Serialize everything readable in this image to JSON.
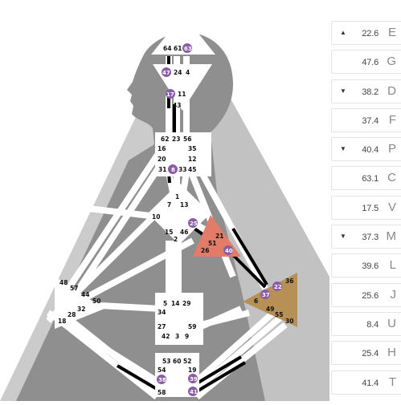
{
  "chart_title": "",
  "colors": {
    "background": "#ffffff",
    "body_light": "#cbcbcb",
    "body_dark": "#8f8f8f",
    "center_defined_solar": "#b79055",
    "center_defined_spleen": "#e27c68",
    "center_open": "#ffffff",
    "gate_active_badge": "#8b5da7",
    "channel_defined": "#000000"
  },
  "centers": {
    "head": {
      "gates": [
        "64",
        "61",
        "63"
      ],
      "defined": false
    },
    "ajna": {
      "gates": [
        "47",
        "24",
        "4",
        "17",
        "11",
        "43"
      ],
      "defined": false
    },
    "throat": {
      "gates": [
        "62",
        "23",
        "56",
        "16",
        "35",
        "20",
        "12",
        "31",
        "8",
        "33",
        "45"
      ],
      "defined": false
    },
    "g": {
      "gates": [
        "1",
        "7",
        "13",
        "10",
        "25",
        "15",
        "46",
        "2"
      ],
      "defined": false
    },
    "heart": {
      "gates": [
        "21",
        "51",
        "26",
        "40"
      ],
      "defined": true,
      "color": "#e27c68"
    },
    "spleen": {
      "gates": [
        "48",
        "57",
        "44",
        "50",
        "32",
        "28",
        "18"
      ],
      "defined": false
    },
    "sacral": {
      "gates": [
        "5",
        "14",
        "29",
        "34",
        "27",
        "59",
        "42",
        "3",
        "9"
      ],
      "defined": false
    },
    "solar_plexus": {
      "gates": [
        "36",
        "22",
        "37",
        "6",
        "49",
        "55",
        "30"
      ],
      "defined": true,
      "color": "#b79055"
    },
    "root": {
      "gates": [
        "53",
        "60",
        "52",
        "54",
        "19",
        "38",
        "39",
        "58",
        "41"
      ],
      "defined": false
    }
  },
  "active_gates": [
    "63",
    "47",
    "17",
    "8",
    "25",
    "40",
    "22",
    "37",
    "38",
    "39",
    "41"
  ],
  "panel": [
    {
      "arrow": "▲",
      "value": "22.6",
      "letter": "E"
    },
    {
      "arrow": "",
      "value": "47.6",
      "letter": "G"
    },
    {
      "arrow": "▼",
      "value": "38.2",
      "letter": "D"
    },
    {
      "arrow": "",
      "value": "37.4",
      "letter": "F"
    },
    {
      "arrow": "▼",
      "value": "40.4",
      "letter": "P"
    },
    {
      "arrow": "",
      "value": "63.1",
      "letter": "C"
    },
    {
      "arrow": "",
      "value": "17.5",
      "letter": "V"
    },
    {
      "arrow": "▼",
      "value": "37.3",
      "letter": "M"
    },
    {
      "arrow": "",
      "value": "39.6",
      "letter": "L"
    },
    {
      "arrow": "",
      "value": "25.6",
      "letter": "J"
    },
    {
      "arrow": "",
      "value": "8.4",
      "letter": "U"
    },
    {
      "arrow": "",
      "value": "25.4",
      "letter": "H"
    },
    {
      "arrow": "",
      "value": "41.4",
      "letter": "T"
    }
  ]
}
